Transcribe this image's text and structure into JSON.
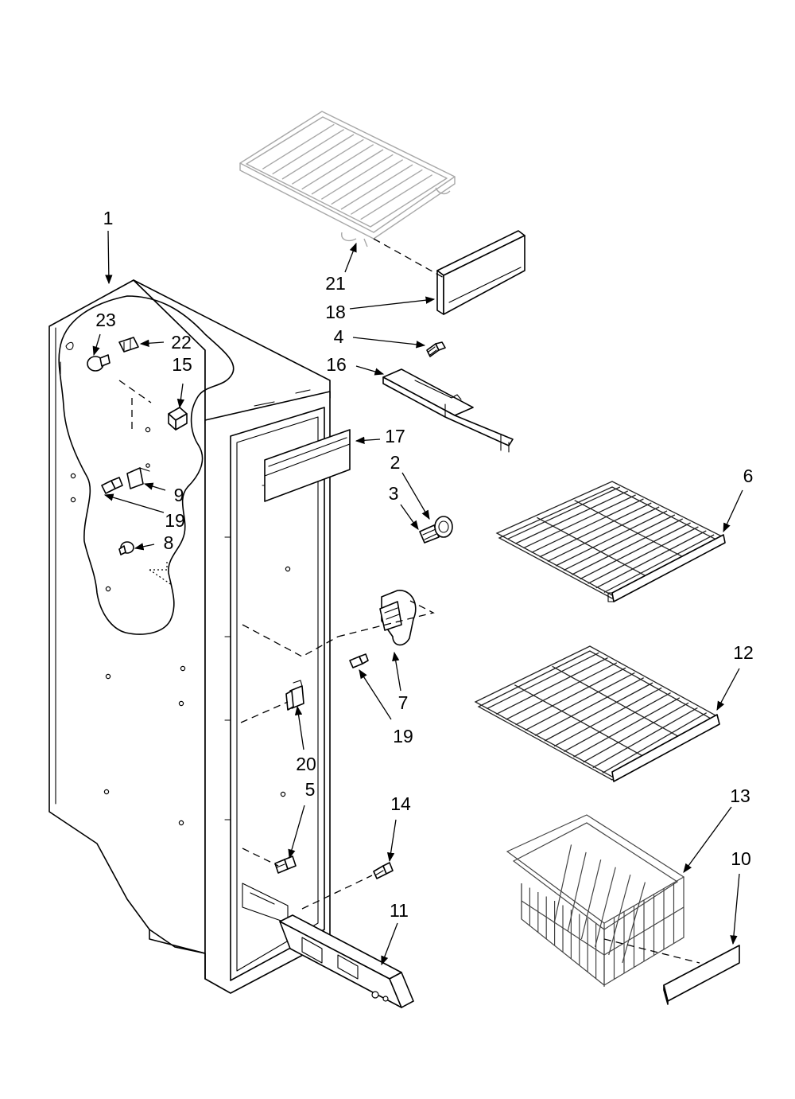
{
  "callouts": {
    "c1": "1",
    "c2": "2",
    "c3": "3",
    "c4": "4",
    "c5": "5",
    "c6": "6",
    "c7": "7",
    "c8": "8",
    "c9": "9",
    "c10": "10",
    "c11": "11",
    "c12": "12",
    "c13": "13",
    "c14": "14",
    "c15": "15",
    "c16": "16",
    "c17": "17",
    "c18": "18",
    "c19a": "19",
    "c19b": "19",
    "c20": "20",
    "c21": "21",
    "c22": "22",
    "c23": "23"
  },
  "colors": {
    "line": "#000000",
    "background": "#ffffff",
    "ghost_line": "#a8a8a8"
  }
}
